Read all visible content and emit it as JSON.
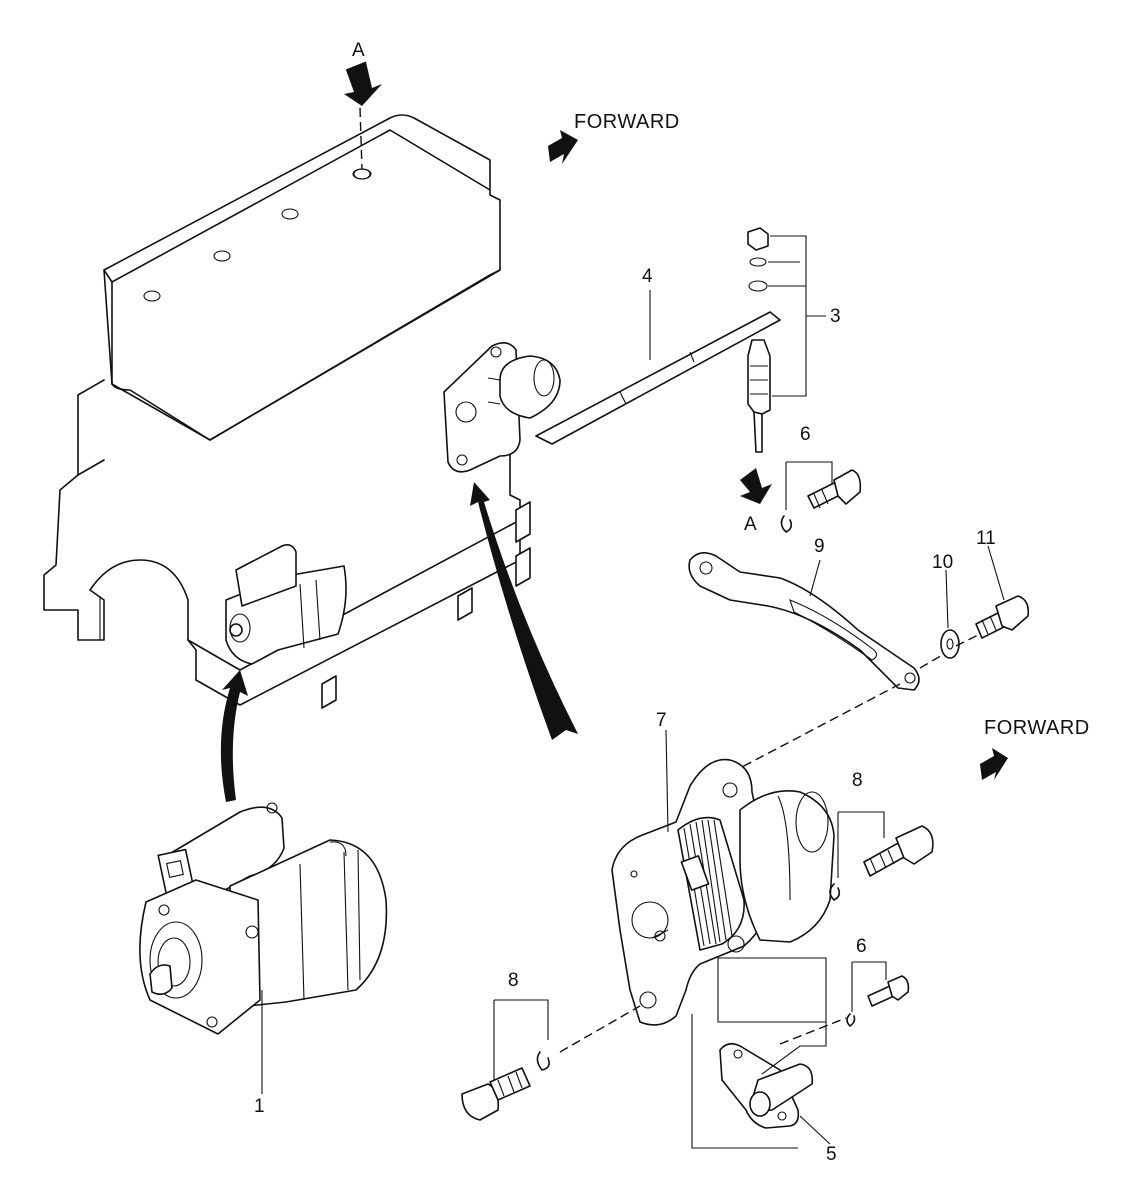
{
  "labels": {
    "view_a_top": "A",
    "view_a_bottom": "A",
    "forward_top": "FORWARD",
    "forward_right": "FORWARD"
  },
  "callouts": {
    "c1": "1",
    "c3": "3",
    "c4": "4",
    "c5": "5",
    "c6_upper": "6",
    "c6_lower": "6",
    "c7": "7",
    "c8_right": "8",
    "c8_left": "8",
    "c9": "9",
    "c10": "10",
    "c11": "11"
  }
}
